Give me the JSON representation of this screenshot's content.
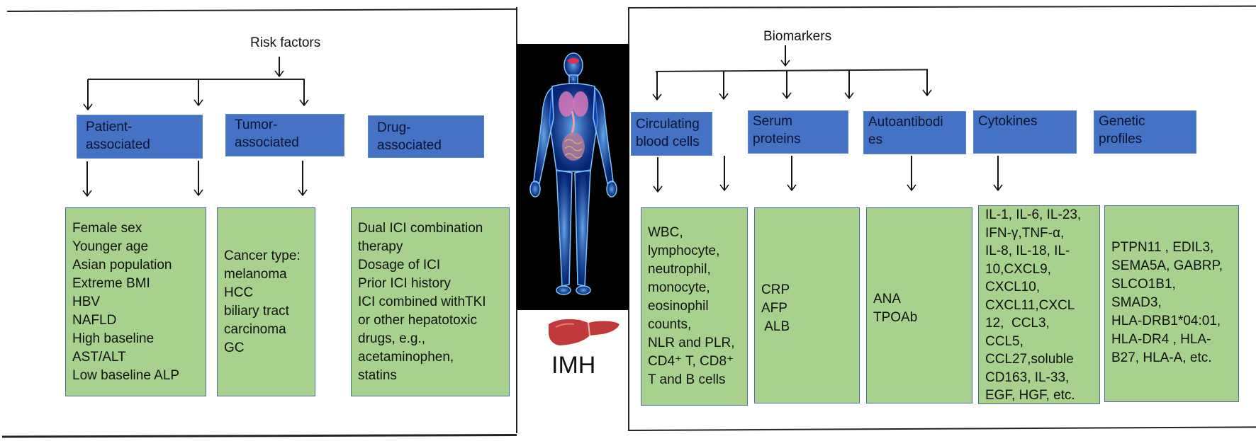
{
  "left_panel": {
    "title": "Risk factors",
    "categories": [
      {
        "label_lines": [
          "Patient-",
          "associated"
        ],
        "items": [
          "Female sex",
          "Younger age",
          "Asian population",
          "Extreme BMI",
          "HBV",
          "NAFLD",
          "High baseline",
          "AST/ALT",
          "Low baseline ALP"
        ]
      },
      {
        "label_lines": [
          "Tumor-",
          "associated"
        ],
        "items": [
          "Cancer type:",
          "melanoma",
          "HCC",
          "biliary tract",
          "carcinoma",
          "GC"
        ]
      },
      {
        "label_lines": [
          "Drug-",
          "associated"
        ],
        "items": [
          "Dual ICI combination",
          "therapy",
          "Dosage of ICI",
          "Prior ICI history",
          "ICI combined withTKI",
          "or other hepatotoxic",
          "drugs, e.g.,",
          "acetaminophen,",
          "statins"
        ]
      }
    ]
  },
  "center": {
    "figure_icon": "human-body-anatomy-icon",
    "organ_icon": "liver-icon",
    "label": "IMH"
  },
  "right_panel": {
    "title": "Biomarkers",
    "categories": [
      {
        "label_lines": [
          "Circulating",
          "blood cells"
        ],
        "items": [
          "WBC,",
          "lymphocyte,",
          "neutrophil,",
          "monocyte,",
          "eosinophil",
          "counts,",
          "NLR and PLR,",
          "CD4⁺ T, CD8⁺",
          "T and B cells"
        ]
      },
      {
        "label_lines": [
          "Serum",
          "proteins"
        ],
        "items": [
          "CRP",
          "AFP",
          " ALB"
        ]
      },
      {
        "label_lines": [
          "Autoantibodi",
          "es"
        ],
        "items": [
          "ANA",
          "TPOAb"
        ]
      },
      {
        "label_lines": [
          "Cytokines",
          ""
        ],
        "items": [
          "IL-1, IL-6, IL-23,",
          "IFN-γ,TNF-α,",
          "IL-8, IL-18, IL-",
          "10,CXCL9,",
          "CXCL10,",
          "CXCL11,CXCL",
          "12,  CCL3,",
          "CCL5,",
          "CCL27,soluble",
          "CD163, IL-33,",
          "EGF, HGF, etc."
        ]
      },
      {
        "label_lines": [
          "Genetic",
          "profiles"
        ],
        "items": [
          "PTPN11 , EDIL3,",
          "SEMA5A, GABRP,",
          "SLCO1B1,",
          "SMAD3,",
          "HLA-DRB1*04:01,",
          "HLA-DR4 , HLA-",
          "B27, HLA-A, etc."
        ]
      }
    ]
  },
  "colors": {
    "category_box": "#4472c4",
    "item_box": "#a9d18e",
    "item_border": "#4f6f9f",
    "figure_bg": "#000000",
    "liver": "#c0393b"
  }
}
